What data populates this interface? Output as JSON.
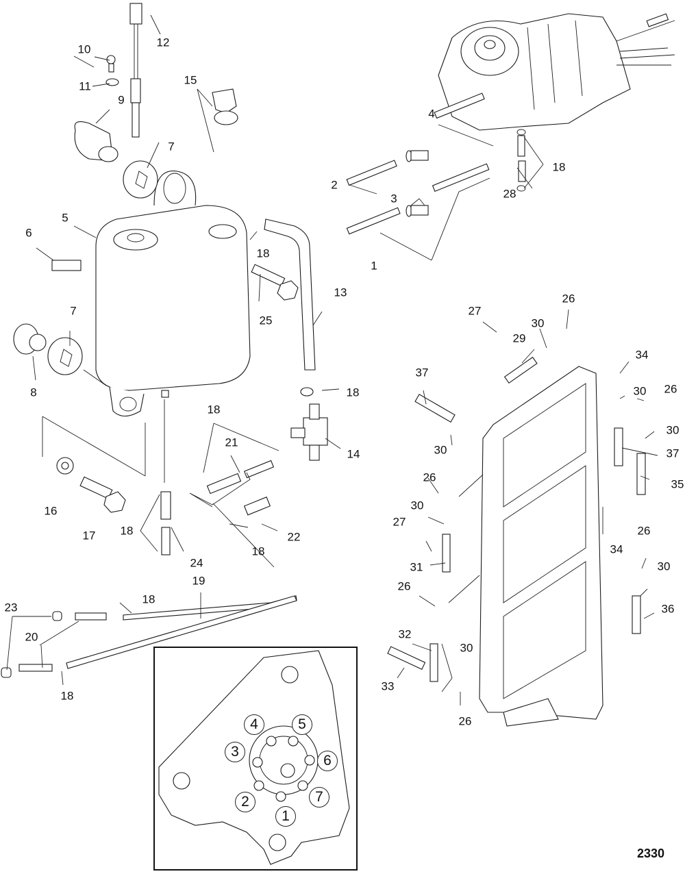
{
  "diagram": {
    "type": "exploded-parts-diagram",
    "figure_number": "2330",
    "line_color": "#1a1a1a",
    "background": "#ffffff"
  },
  "callouts": [
    {
      "id": "c1",
      "label": "1"
    },
    {
      "id": "c2",
      "label": "2"
    },
    {
      "id": "c3",
      "label": "3"
    },
    {
      "id": "c4",
      "label": "4"
    },
    {
      "id": "c5",
      "label": "5"
    },
    {
      "id": "c6",
      "label": "6"
    },
    {
      "id": "c7a",
      "label": "7"
    },
    {
      "id": "c7b",
      "label": "7"
    },
    {
      "id": "c8",
      "label": "8"
    },
    {
      "id": "c9",
      "label": "9"
    },
    {
      "id": "c10",
      "label": "10"
    },
    {
      "id": "c11",
      "label": "11"
    },
    {
      "id": "c12",
      "label": "12"
    },
    {
      "id": "c13",
      "label": "13"
    },
    {
      "id": "c14",
      "label": "14"
    },
    {
      "id": "c15",
      "label": "15"
    },
    {
      "id": "c16",
      "label": "16"
    },
    {
      "id": "c17",
      "label": "17"
    },
    {
      "id": "c18a",
      "label": "18"
    },
    {
      "id": "c18b",
      "label": "18"
    },
    {
      "id": "c18c",
      "label": "18"
    },
    {
      "id": "c18d",
      "label": "18"
    },
    {
      "id": "c18e",
      "label": "18"
    },
    {
      "id": "c18f",
      "label": "18"
    },
    {
      "id": "c18g",
      "label": "18"
    },
    {
      "id": "c18h",
      "label": "18"
    },
    {
      "id": "c19",
      "label": "19"
    },
    {
      "id": "c20",
      "label": "20"
    },
    {
      "id": "c21",
      "label": "21"
    },
    {
      "id": "c22",
      "label": "22"
    },
    {
      "id": "c23",
      "label": "23"
    },
    {
      "id": "c24",
      "label": "24"
    },
    {
      "id": "c25",
      "label": "25"
    },
    {
      "id": "c26a",
      "label": "26"
    },
    {
      "id": "c26b",
      "label": "26"
    },
    {
      "id": "c26c",
      "label": "26"
    },
    {
      "id": "c26d",
      "label": "26"
    },
    {
      "id": "c26e",
      "label": "26"
    },
    {
      "id": "c26f",
      "label": "26"
    },
    {
      "id": "c27a",
      "label": "27"
    },
    {
      "id": "c27b",
      "label": "27"
    },
    {
      "id": "c28",
      "label": "28"
    },
    {
      "id": "c29",
      "label": "29"
    },
    {
      "id": "c30a",
      "label": "30"
    },
    {
      "id": "c30b",
      "label": "30"
    },
    {
      "id": "c30c",
      "label": "30"
    },
    {
      "id": "c30d",
      "label": "30"
    },
    {
      "id": "c30e",
      "label": "30"
    },
    {
      "id": "c30f",
      "label": "30"
    },
    {
      "id": "c30g",
      "label": "30"
    },
    {
      "id": "c31",
      "label": "31"
    },
    {
      "id": "c32",
      "label": "32"
    },
    {
      "id": "c33",
      "label": "33"
    },
    {
      "id": "c34a",
      "label": "34"
    },
    {
      "id": "c34b",
      "label": "34"
    },
    {
      "id": "c35",
      "label": "35"
    },
    {
      "id": "c36",
      "label": "36"
    },
    {
      "id": "c37a",
      "label": "37"
    },
    {
      "id": "c37b",
      "label": "37"
    }
  ],
  "inset": {
    "description": "Oil pump port numbering detail",
    "ports": [
      "1",
      "2",
      "3",
      "4",
      "5",
      "6",
      "7"
    ]
  }
}
